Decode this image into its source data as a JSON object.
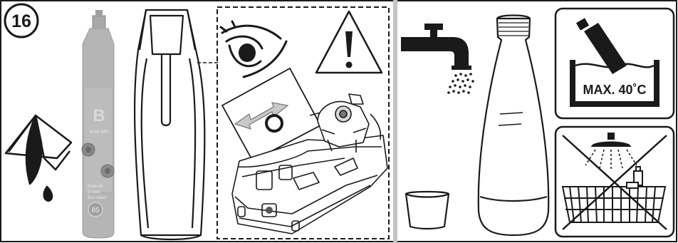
{
  "step": {
    "number": "16"
  },
  "cylinder": {
    "brand_letter": "B",
    "brand_name": "SUBLIMO",
    "label_line1": "Bulle de",
    "label_line2": "à l'eau",
    "label_line3": "Bon cides",
    "capacity": "85"
  },
  "wash_sign": {
    "text": "MAX. 40˚C"
  },
  "colors": {
    "line": "#1a1a1a",
    "cylinder": "#b5b5b5",
    "divider": "#c4c4c4",
    "arrow_fill": "#c8c8c8"
  }
}
